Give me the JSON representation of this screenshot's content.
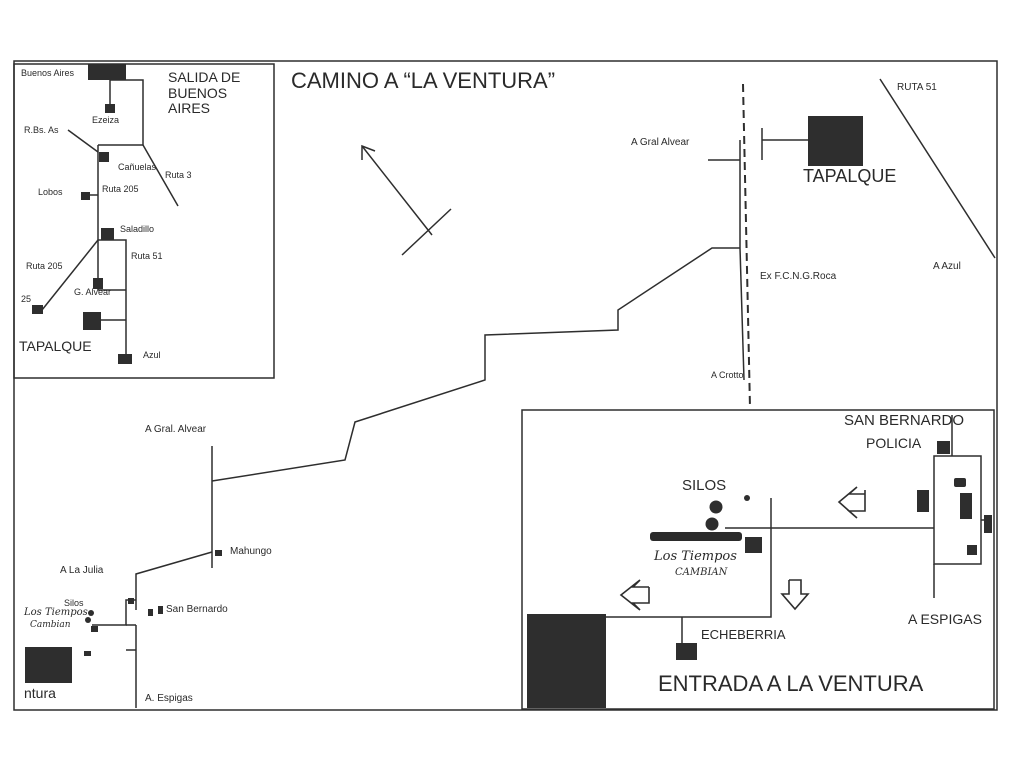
{
  "title": "CAMINO A “LA VENTURA”",
  "ink_color": "#2e2e2e",
  "inset_map": {
    "heading": [
      "SALIDA DE",
      "BUENOS",
      "AIRES"
    ],
    "labels": {
      "buenos_aires": "Buenos Aires",
      "ezeiza": "Ezeiza",
      "r_bs_as": "R.Bs. As",
      "canuelas": "Cañuelas",
      "ruta_3": "Ruta 3",
      "lobos": "Lobos",
      "ruta_205_a": "Ruta 205",
      "saladillo": "Saladillo",
      "ruta_205_b": "Ruta 205",
      "ruta_51": "Ruta 51",
      "g_alvear": "G. Alvear",
      "r25": "25",
      "tapalque": "TAPALQUE",
      "azul": "Azul"
    }
  },
  "main_map": {
    "tapalque": "TAPALQUE",
    "ruta_51": "RUTA 51",
    "a_gral_alvear_top": "A Gral Alvear",
    "a_azul": "A Azul",
    "ex_fc": "Ex F.C.N.G.Roca",
    "a_crotto": "A Crotto",
    "a_gral_alvear_left": "A Gral. Alvear",
    "mahungo": "Mahungo",
    "a_la_julia": "A La Julia",
    "silos_small": "Silos",
    "los_tiempos_small": "Los Tiempos",
    "cambian_small": "Cambian",
    "san_bernardo_small": "San Bernardo",
    "ventura_small": "ntura",
    "a_espigas_small": "A. Espigas"
  },
  "detail_map": {
    "san_bernardo": "SAN BERNARDO",
    "policia": "POLICIA",
    "silos": "SILOS",
    "los_tiempos": "Los Tiempos",
    "cambian": "CAMBIAN",
    "echeberria": "ECHEBERRIA",
    "a_espigas": "A ESPIGAS",
    "entrada": "ENTRADA A LA VENTURA"
  }
}
